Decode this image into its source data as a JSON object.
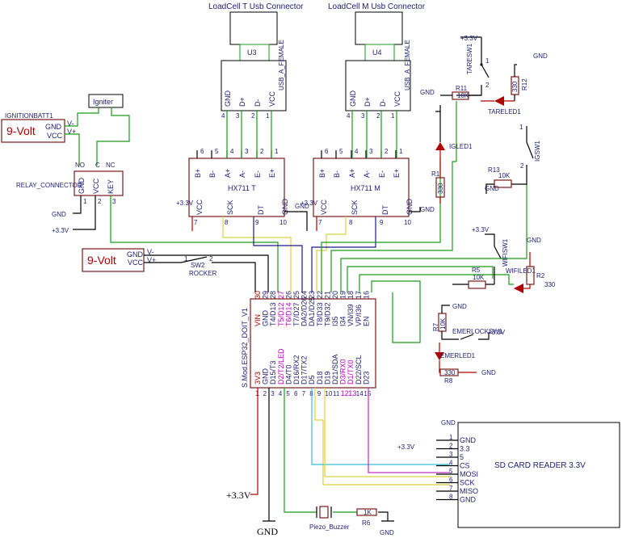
{
  "connectors": {
    "t_title": "LoadCell T Usb Connector",
    "m_title": "LoadCell M Usb Connector",
    "u3": "U3",
    "u4": "U4",
    "usb_type": "USB_A_FEMALE",
    "pins": [
      "GND",
      "D+",
      "D-",
      "VCC"
    ],
    "pin_nums": [
      "4",
      "3",
      "2",
      "1"
    ]
  },
  "hx711": {
    "t_name": "HX711 T",
    "m_name": "HX711 M",
    "top_pins": [
      "B+",
      "B-",
      "A+",
      "A-",
      "E-",
      "E+"
    ],
    "top_nums": [
      "6",
      "5",
      "4",
      "3",
      "2",
      "1"
    ],
    "bottom_pins": [
      "VCC",
      "SCK",
      "DT",
      "GND"
    ],
    "bottom_nums": [
      "7",
      "8",
      "9",
      "10"
    ]
  },
  "ignition": {
    "batt_label": "IGNITIONBATT1",
    "batt_text": "9-Volt",
    "pin_neg": "V-",
    "pin_pos": "V+",
    "pin_gnd": "GND",
    "pin_vcc": "VCC",
    "igniter": "Igniter"
  },
  "relay": {
    "label": "RELAY_CONNECTOR",
    "no": "NO",
    "c": "C",
    "nc": "NC",
    "pins": [
      "GND",
      "VCC",
      "KEY"
    ],
    "nums": [
      "1",
      "2",
      "3"
    ]
  },
  "battery2": {
    "text": "9-Volt",
    "pin_neg": "V-",
    "pin_pos": "V+",
    "pin_gnd": "GND",
    "pin_vcc": "VCC",
    "sw": "SW2",
    "rocker": "ROCKER",
    "n1": "1",
    "n2": "2"
  },
  "esp32": {
    "name": "S.Mod.ESP32_DOIT_V1",
    "top_nums": [
      "30",
      "29",
      "28",
      "27",
      "26",
      "25",
      "24",
      "23",
      "22",
      "21",
      "20",
      "19",
      "18",
      "17",
      "16"
    ],
    "top_pins": [
      "VIN",
      "GND",
      "T4/D13",
      "T5/D12",
      "T6/D14",
      "T7/D27",
      "DA2/D26",
      "DA1/D25",
      "T8/D33",
      "T9/D32",
      "I35",
      "I34",
      "VN/I39",
      "VP/I36",
      "EN"
    ],
    "bottom_nums": [
      "1",
      "2",
      "3",
      "4",
      "5",
      "6",
      "7",
      "8",
      "9",
      "10",
      "11",
      "12",
      "13",
      "14",
      "15"
    ],
    "bottom_pins": [
      "3V3",
      "GND",
      "D15/T3",
      "D2/T2/LED",
      "D4/T0",
      "D16/RX2",
      "D17/TX2",
      "D5",
      "D18",
      "D19",
      "D21/SDA",
      "D3/RX0",
      "D1/TX0",
      "D22/SCL",
      "D23"
    ]
  },
  "power": {
    "v33": "+3.3V",
    "gnd": "GND",
    "gnd_small": "GND",
    "v33_big": "+3.3V",
    "gnd_big": "GND"
  },
  "components": {
    "taresw": "TARESW1",
    "r11": "R11",
    "r11v": "10K",
    "r12": "R12",
    "r12v": "330",
    "tareled": "TARELED1",
    "igled": "IGLED1",
    "r1": "R1",
    "r1v": "330",
    "igsw": "IGSW1",
    "r13": "R13",
    "r13v": "10K",
    "wifisw": "WIFISW1",
    "wifiled": "WIFILED1",
    "r5": "R5",
    "r5v": "10K",
    "r2": "R2",
    "r2v": "330",
    "r7": "R7",
    "r7v": "10K",
    "emerlocksw": "EMERLOCKSW1",
    "emerled": "EMERLED1",
    "r8": "R8",
    "r8v": "330",
    "buzzer": "Piezo_Buzzer",
    "r6": "R6",
    "r6v": "1K"
  },
  "sd": {
    "title": "SD CARD READER 3.3V",
    "pins": [
      "GND",
      "3.3",
      "5",
      "CS",
      "MOSI",
      "SCK",
      "MISO",
      "GND"
    ],
    "nums": [
      "1",
      "2",
      "3",
      "4",
      "5",
      "6",
      "7",
      "8"
    ]
  }
}
